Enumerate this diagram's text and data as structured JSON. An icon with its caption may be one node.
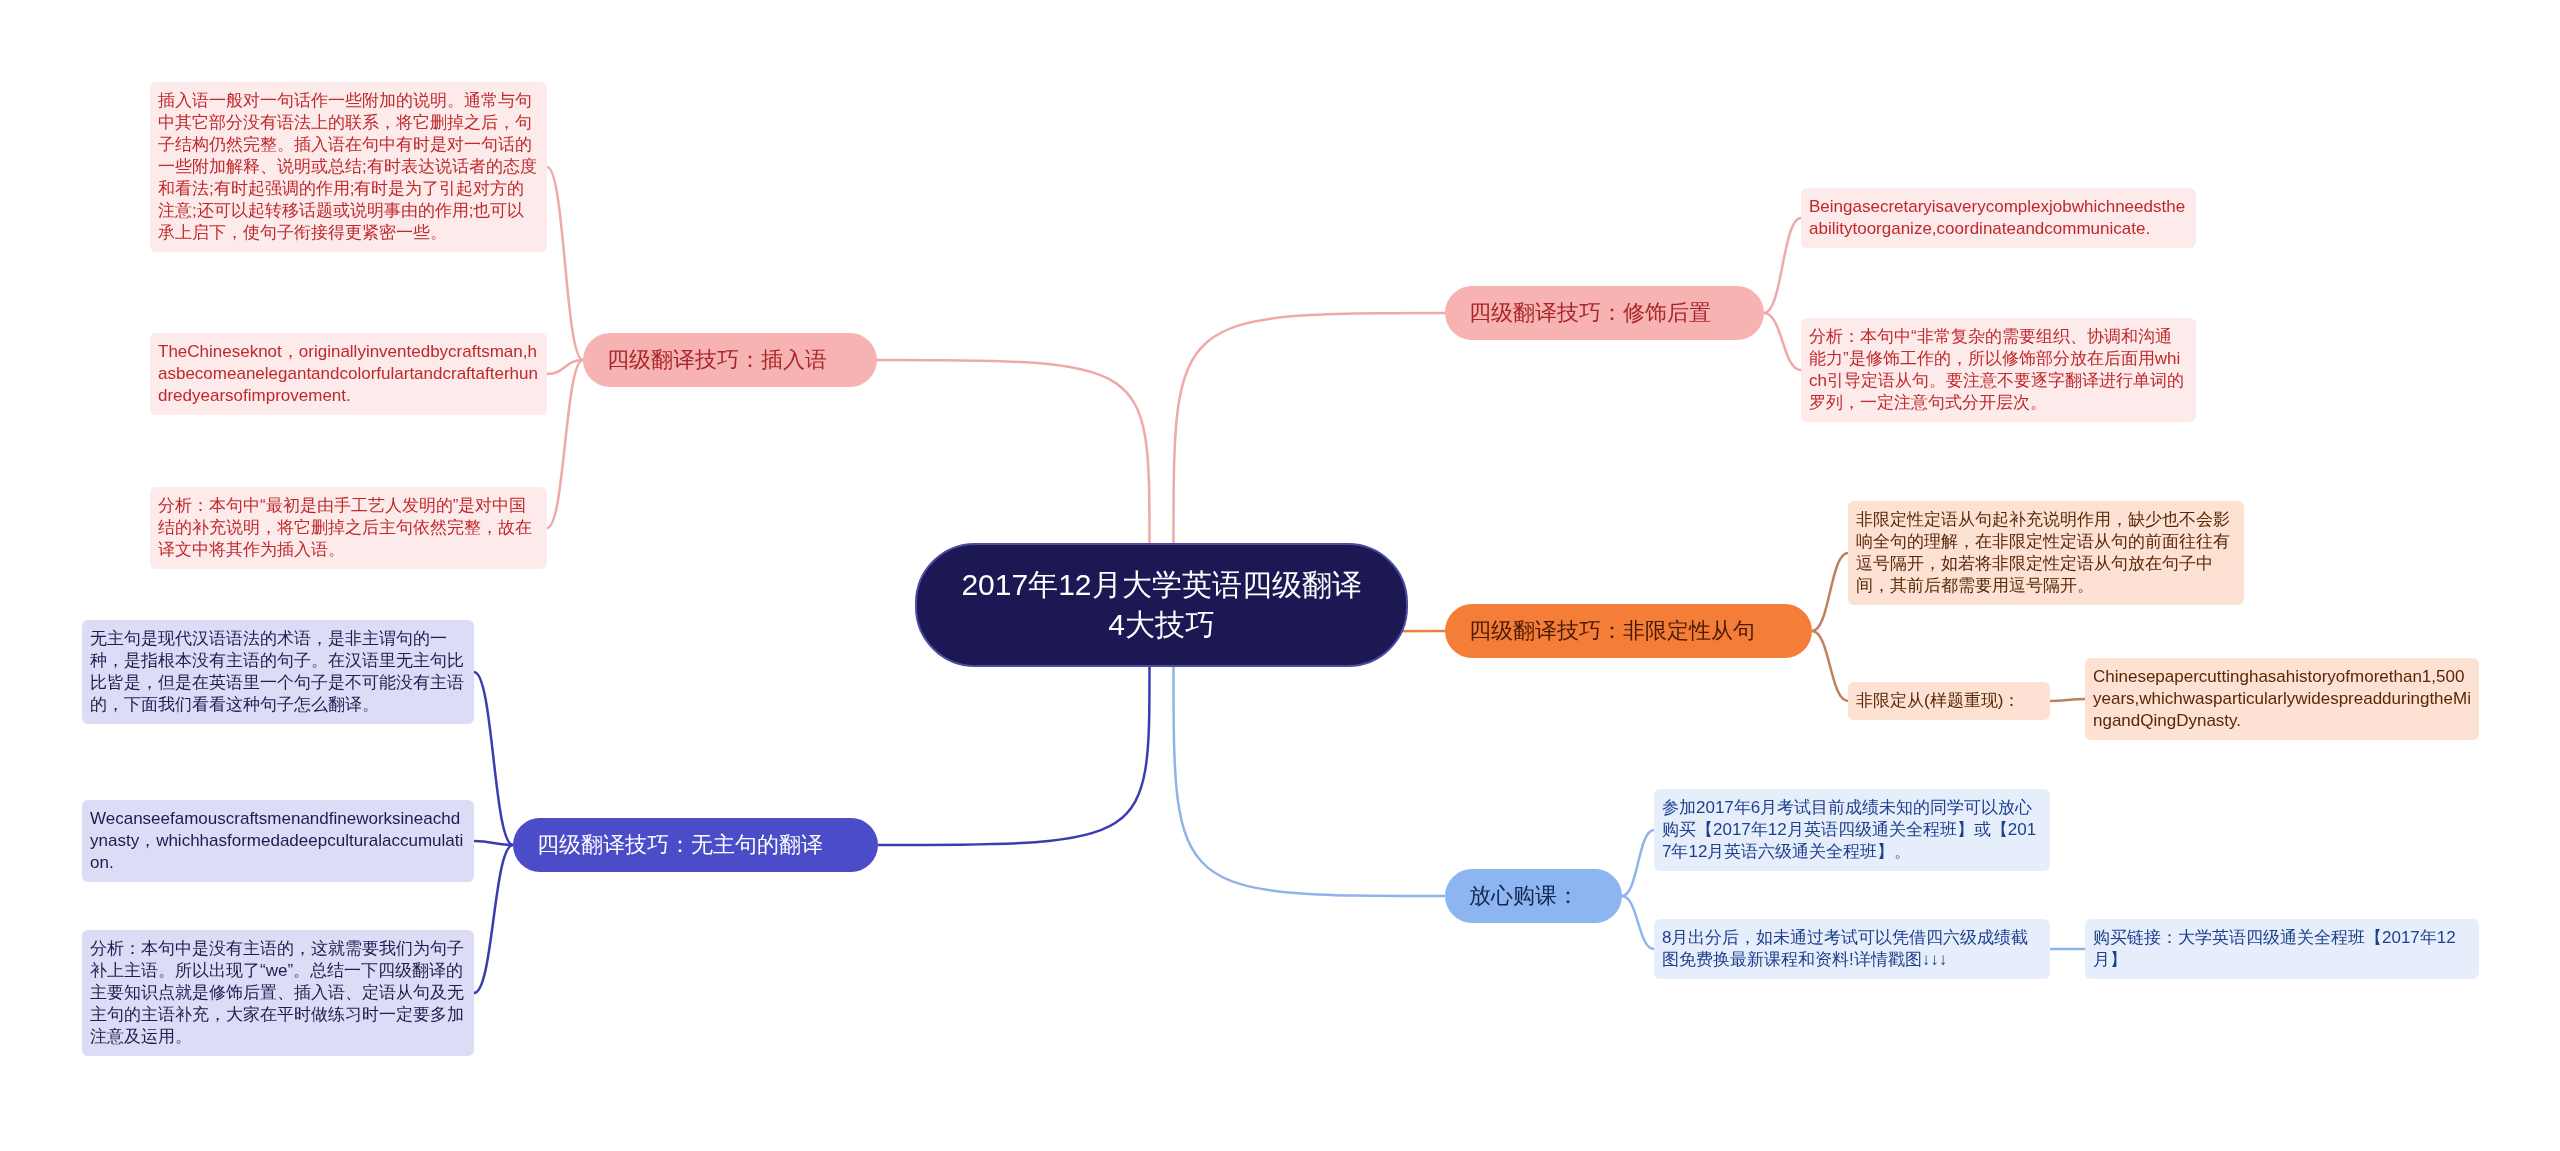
{
  "diagram": {
    "nodes": [
      {
        "text": [
          "2017年12月大学英语四级翻译4大技巧"
        ]
      },
      {
        "text": [
          "四级翻译技巧：插入语"
        ]
      },
      {
        "text": [
          "插入语一般对一句话作一些附加的说明。通常与句中其它部分没有语法上的联系，将它删掉之后，句子结构仍然完整。插入语在句中有时是对一句话的一些附加解释、说明或总结;有时表达说话者的态度和看法;有时起强调的作用;有时是为了引起对方的注意;还可以起转移话题或说明事由的作用;也可以承上启下，使句子衔接得更紧密一些。"
        ]
      },
      {
        "text": [
          "TheChineseknot，originallyinventedbycraftsman,hasbecomeanelegantandcolorfulartandcraftafterhundredyearsofimprovement."
        ]
      },
      {
        "text": [
          "分析：本句中“最初是由手工艺人发明的”是对中国结的补充说明，将它删掉之后主句依然完整，故在译文中将其作为插入语。"
        ]
      },
      {
        "text": [
          "四级翻译技巧：无主句的翻译"
        ]
      },
      {
        "text": [
          "无主句是现代汉语语法的术语，是非主谓句的一种，是指根本没有主语的句子。在汉语里无主句比比皆是，但是在英语里一个句子是不可能没有主语的，下面我们看看这种句子怎么翻译。"
        ]
      },
      {
        "text": [
          "Wecanseefamouscraftsmenandfineworksineachdynasty，whichhasformedadeepculturalaccumulation."
        ]
      },
      {
        "text": [
          "分析：本句中是没有主语的，这就需要我们为句子补上主语。所以出现了“we”。总结一下四级翻译的主要知识点就是修饰后置、插入语、定语从句及无主句的主语补充，大家在平时做练习时一定要多加注意及运用。"
        ]
      },
      {
        "text": [
          "四级翻译技巧：修饰后置"
        ]
      },
      {
        "text": [
          "Beingasecretaryisaverycomplexjobwhichneedstheabilitytoorganize,coordinateandcommunicate."
        ]
      },
      {
        "text": [
          "分析：本句中“非常复杂的需要组织、协调和沟通能力”是修饰工作的，所以修饰部分放在后面用which引导定语从句。要注意不要逐字翻译进行单词的罗列，一定注意句式分开层次。"
        ]
      },
      {
        "text": [
          "四级翻译技巧：非限定性从句"
        ]
      },
      {
        "text": [
          "非限定性定语从句起补充说明作用，缺少也不会影响全句的理解，在非限定性定语从句的前面往往有逗号隔开，如若将非限定性定语从句放在句子中间，其前后都需要用逗号隔开。"
        ]
      },
      {
        "text": [
          "非限定从(样题重现)："
        ]
      },
      {
        "text": [
          "Chinesepapercuttinghasahistoryofmorethan1,500years,whichwasparticularlywidespreadduringtheMingandQingDynasty."
        ]
      },
      {
        "text": [
          "放心购课："
        ]
      },
      {
        "text": [
          "参加2017年6月考试目前成绩未知的同学可以放心购买【2017年12月英语四级通关全程班】或【2017年12月英语六级通关全程班】。"
        ]
      },
      {
        "text": [
          "8月出分后，如未通过考试可以凭借四六级成绩截图免费换最新课程和资料!详情戳图↓↓↓"
        ]
      },
      {
        "text": [
          "购买链接：大学英语四级通关全程班【2017年12月】"
        ]
      }
    ],
    "edges": [
      {
        "from": 0,
        "to": 1,
        "arrow": "none",
        "color": "#f0a9a9"
      },
      {
        "from": 1,
        "to": 2,
        "arrow": "none",
        "color": "#f0a9a9"
      },
      {
        "from": 1,
        "to": 3,
        "arrow": "none",
        "color": "#f0a9a9"
      },
      {
        "from": 1,
        "to": 4,
        "arrow": "none",
        "color": "#f0a9a9"
      },
      {
        "from": 0,
        "to": 5,
        "arrow": "none",
        "color": "#3a3db0"
      },
      {
        "from": 5,
        "to": 6,
        "arrow": "none",
        "color": "#3a3db0"
      },
      {
        "from": 5,
        "to": 7,
        "arrow": "none",
        "color": "#3a3db0"
      },
      {
        "from": 5,
        "to": 8,
        "arrow": "none",
        "color": "#3a3db0"
      },
      {
        "from": 0,
        "to": 9,
        "arrow": "none",
        "color": "#f0a9a9"
      },
      {
        "from": 9,
        "to": 10,
        "arrow": "none",
        "color": "#f0a9a9"
      },
      {
        "from": 9,
        "to": 11,
        "arrow": "none",
        "color": "#f0a9a9"
      },
      {
        "from": 0,
        "to": 12,
        "arrow": "none",
        "color": "#e8823f"
      },
      {
        "from": 12,
        "to": 13,
        "arrow": "none",
        "color": "#c08060"
      },
      {
        "from": 12,
        "to": 14,
        "arrow": "none",
        "color": "#c08060"
      },
      {
        "from": 14,
        "to": 15,
        "arrow": "none",
        "color": "#c08060"
      },
      {
        "from": 0,
        "to": 16,
        "arrow": "none",
        "color": "#8fb3ea"
      },
      {
        "from": 16,
        "to": 17,
        "arrow": "none",
        "color": "#8fb3ea"
      },
      {
        "from": 16,
        "to": 18,
        "arrow": "none",
        "color": "#8fb3ea"
      },
      {
        "from": 18,
        "to": 19,
        "arrow": "none",
        "color": "#8fb3ea"
      }
    ]
  }
}
